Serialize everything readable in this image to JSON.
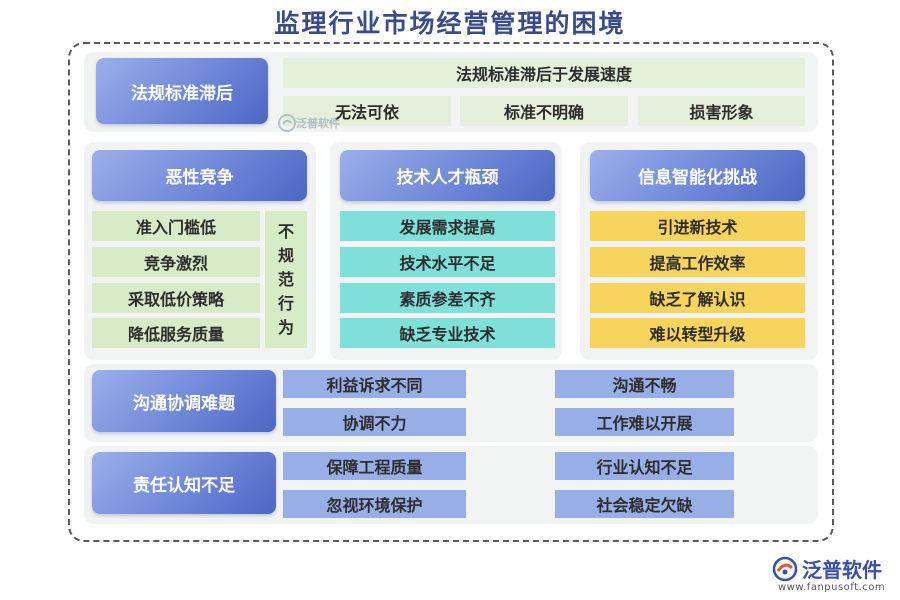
{
  "title": "监理行业市场经营管理的困境",
  "row1": {
    "header": "法规标准滞后",
    "top": "法规标准滞后于发展速度",
    "items": [
      "无法可依",
      "标准不明确",
      "损害形象"
    ]
  },
  "col1": {
    "header": "恶性竞争",
    "items": [
      "准入门槛低",
      "竞争激烈",
      "采取低价策略",
      "降低服务质量"
    ],
    "side": [
      "不",
      "规",
      "范",
      "行",
      "为"
    ]
  },
  "col2": {
    "header": "技术人才瓶颈",
    "items": [
      "发展需求提高",
      "技术水平不足",
      "素质参差不齐",
      "缺乏专业技术"
    ]
  },
  "col3": {
    "header": "信息智能化挑战",
    "items": [
      "引进新技术",
      "提高工作效率",
      "缺乏了解认识",
      "难以转型升级"
    ]
  },
  "row3": {
    "header": "沟通协调难题",
    "left": [
      "利益诉求不同",
      "协调不力"
    ],
    "right": [
      "沟通不畅",
      "工作难以开展"
    ]
  },
  "row4": {
    "header": "责任认知不足",
    "left": [
      "保障工程质量",
      "忽视环境保护"
    ],
    "right": [
      "行业认知不足",
      "社会稳定欠缺"
    ]
  },
  "watermark": "泛普软件",
  "logo": {
    "name": "泛普软件",
    "url": "www.fanpusoft.com"
  },
  "colors": {
    "header_blue": "#6f87d8",
    "green": "#d6ebc6",
    "teal": "#7fe0da",
    "yellow": "#f7d45e",
    "blue": "#98aee6",
    "title": "#3a4b8a"
  }
}
